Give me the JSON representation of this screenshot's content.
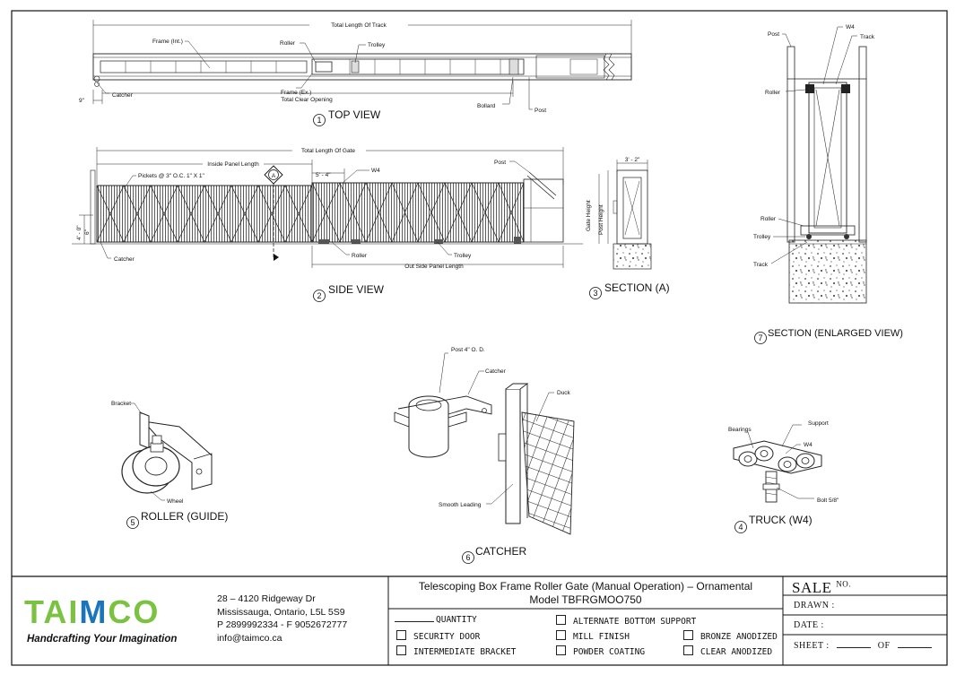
{
  "top_view": {
    "number": "1",
    "title": "TOP VIEW",
    "labels": {
      "total_length_track": "Total Length Of Track",
      "frame_int": "Frame (Int.)",
      "roller": "Roller",
      "trolley": "Trolley",
      "catcher": "Catcher",
      "frame_ex": "Frame (Ex.)",
      "total_clear_opening": "Total Clear Opening",
      "bollard": "Bollard",
      "post": "Post",
      "dim_9": "9\""
    }
  },
  "side_view": {
    "number": "2",
    "title": "SIDE VIEW",
    "labels": {
      "total_length_gate": "Total Length Of Gate",
      "inside_panel_length": "Inside Panel Length",
      "pickets": "Pickets @ 3\" O.C. 1\" X 1\"",
      "section_marker": "A",
      "dim_5_4": "5' - 4\"",
      "w4": "W4",
      "post": "Post",
      "dim_4_0": "4' - 0\"",
      "dim_6": "6\"",
      "catcher": "Catcher",
      "roller": "Roller",
      "trolley": "Trolley",
      "out_side_panel_length": "Out Side Panel Length"
    }
  },
  "section_a": {
    "number": "3",
    "title": "SECTION (A)",
    "labels": {
      "dim_3_2": "3' - 2\"",
      "gate_height": "Gate Height",
      "post_height": "Post Height"
    }
  },
  "section_enlarged": {
    "number": "7",
    "title": "SECTION (ENLARGED VIEW)",
    "labels": {
      "post": "Post",
      "w4": "W4",
      "track_top": "Track",
      "roller_top": "Roller",
      "roller": "Roller",
      "trolley": "Trolley",
      "track": "Track"
    }
  },
  "roller_guide": {
    "number": "5",
    "title": "ROLLER (GUIDE)",
    "labels": {
      "bracket": "Bracket",
      "wheel": "Wheel"
    }
  },
  "catcher_detail": {
    "number": "6",
    "title": "CATCHER",
    "labels": {
      "post": "Post 4\" O. D.",
      "catcher": "Catcher",
      "duck": "Duck",
      "smooth_leading": "Smooth Leading"
    }
  },
  "truck": {
    "number": "4",
    "title": "TRUCK (W4)",
    "labels": {
      "bearings": "Bearings",
      "support": "Support",
      "w4": "W4",
      "bolt": "Bolt 5/8\""
    }
  },
  "title_block": {
    "logo_text": "TAIMCO",
    "tagline": "Handcrafting Your Imagination",
    "address_line1": "28 – 4120 Ridgeway Dr",
    "address_line2": "Mississauga, Ontario, L5L 5S9",
    "phone_fax": "P 2899992334 - F 9052672777",
    "email": "info@taimco.ca",
    "title_line1": "Telescoping Box Frame Roller Gate (Manual Operation) – Ornamental",
    "title_line2": "Model TBFRGMOO750",
    "options": {
      "quantity": "QUANTITY",
      "security_door": "SECURITY DOOR",
      "intermediate_bracket": "INTERMEDIATE BRACKET",
      "alternate_bottom_support": "ALTERNATE BOTTOM SUPPORT",
      "mill_finish": "MILL FINISH",
      "powder_coating": "POWDER COATING",
      "bronze_anodized": "BRONZE ANODIZED",
      "clear_anodized": "CLEAR ANODIZED"
    },
    "sale": "SALE",
    "sale_no": "NO.",
    "drawn": "DRAWN :",
    "date": "DATE :",
    "sheet": "SHEET :",
    "of": "OF",
    "colors": {
      "logo_green": "#7cc242",
      "logo_blue": "#1b75bb"
    }
  }
}
